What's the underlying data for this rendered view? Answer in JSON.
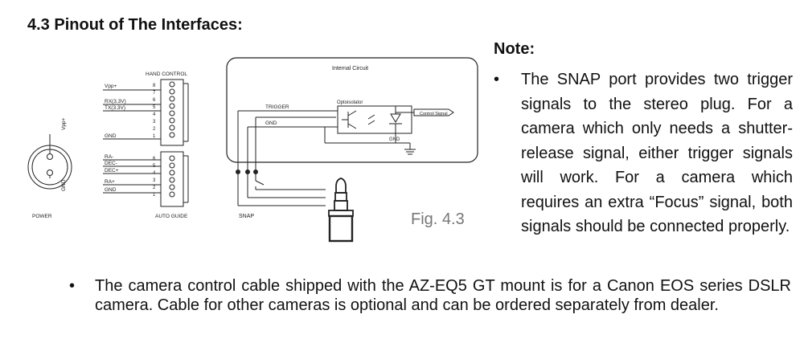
{
  "section": {
    "heading": "4.3  Pinout of The Interfaces:"
  },
  "diagram": {
    "hand_control": {
      "title": "HAND CONTROL",
      "signals": [
        "Vpp+",
        "RX(3.3V)",
        "TX(3.3V)",
        "GND"
      ],
      "pins": [
        "8",
        "7",
        "6",
        "5",
        "4",
        "3",
        "2",
        "1"
      ]
    },
    "auto_guide": {
      "title": "AUTO GUIDE",
      "signals": [
        "RA-",
        "DEC-",
        "DEC+",
        "RA+",
        "GND"
      ],
      "pins": [
        "6",
        "5",
        "4",
        "3",
        "2",
        "1"
      ]
    },
    "power": {
      "label": "POWER",
      "vpp": "Vpp+",
      "gnd": "GND"
    },
    "internal_circuit": {
      "title": "Internal Circuit",
      "trigger": "TRIGGER",
      "gnd": "GND",
      "optoisolator": "Optoisolator",
      "control_signal": "Control Signal",
      "gnd2": "GND"
    },
    "snap": {
      "label": "SNAP"
    },
    "fig_label": "Fig. 4.3"
  },
  "note": {
    "title": "Note:",
    "bullet": "•",
    "text": "The SNAP port provides two trigger signals to the stereo plug. For a camera which only needs a shutter-release signal, either trigger signals will work. For a camera which requires an extra “Focus” signal, both signals should be connected properly."
  },
  "bottom": {
    "bullet": "•",
    "text": "The camera control cable shipped with the AZ-EQ5 GT mount is for a Canon EOS series DSLR camera. Cable for other cameras is optional and can be ordered separately from dealer."
  }
}
